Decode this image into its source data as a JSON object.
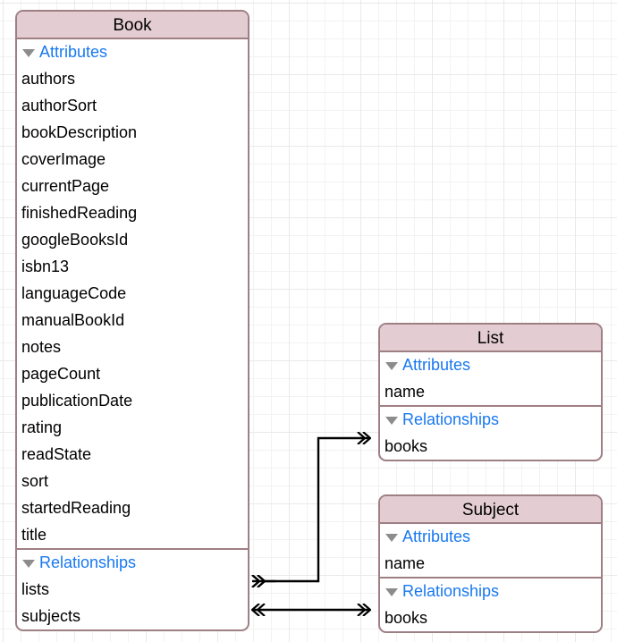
{
  "editor": {
    "name": "core-data-model-editor",
    "background": "#ffffff",
    "grid_color_minor": "#f2f2f2",
    "grid_color_major": "#e9e9e9",
    "entity_border_color": "#9e7f84",
    "entity_header_color": "#e3cdd2",
    "section_header_color": "#1878f0",
    "connection_color": "#000000"
  },
  "entities": [
    {
      "name": "Book",
      "title": "Book",
      "sections": [
        {
          "label": "Attributes",
          "disclosure": "triangle-down-icon",
          "items": [
            "authors",
            "authorSort",
            "bookDescription",
            "coverImage",
            "currentPage",
            "finishedReading",
            "googleBooksId",
            "isbn13",
            "languageCode",
            "manualBookId",
            "notes",
            "pageCount",
            "publicationDate",
            "rating",
            "readState",
            "sort",
            "startedReading",
            "title"
          ]
        },
        {
          "label": "Relationships",
          "disclosure": "triangle-down-icon",
          "items": [
            "lists",
            "subjects"
          ]
        }
      ]
    },
    {
      "name": "List",
      "title": "List",
      "sections": [
        {
          "label": "Attributes",
          "disclosure": "triangle-down-icon",
          "items": [
            "name"
          ]
        },
        {
          "label": "Relationships",
          "disclosure": "triangle-down-icon",
          "items": [
            "books"
          ]
        }
      ]
    },
    {
      "name": "Subject",
      "title": "Subject",
      "sections": [
        {
          "label": "Attributes",
          "disclosure": "triangle-down-icon",
          "items": [
            "name"
          ]
        },
        {
          "label": "Relationships",
          "disclosure": "triangle-down-icon",
          "items": [
            "books"
          ]
        }
      ]
    }
  ],
  "relationships": [
    {
      "name": "book-lists-to-list-books",
      "from_entity": "Book",
      "from_property": "lists",
      "to_entity": "List",
      "to_property": "books",
      "from_cardinality": "to-many",
      "to_cardinality": "to-many"
    },
    {
      "name": "book-subjects-to-subject-books",
      "from_entity": "Book",
      "from_property": "subjects",
      "to_entity": "Subject",
      "to_property": "books",
      "from_cardinality": "to-many",
      "to_cardinality": "to-many"
    }
  ]
}
